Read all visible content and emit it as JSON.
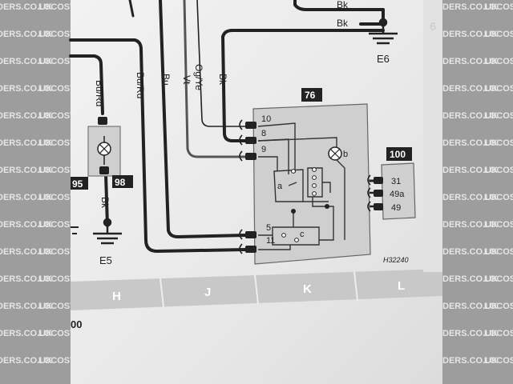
{
  "watermark": {
    "line1": "DERS.CO.UK",
    "line2": "LOCOST"
  },
  "wires": [
    {
      "id": "bk-top-1",
      "label": "Bk"
    },
    {
      "id": "bk-top-2",
      "label": "Bk"
    },
    {
      "id": "bu-rd-left",
      "label": "Bu/Rd"
    },
    {
      "id": "bu-rd-right",
      "label": "Bu/Rd"
    },
    {
      "id": "bu",
      "label": "Bu"
    },
    {
      "id": "vt",
      "label": "Vt"
    },
    {
      "id": "og-ye",
      "label": "Og/Ye"
    },
    {
      "id": "bk-relay",
      "label": "Bk"
    },
    {
      "id": "bk-lamp",
      "label": "Bk"
    }
  ],
  "grounds": [
    {
      "id": "e6",
      "label": "E6"
    },
    {
      "id": "e5",
      "label": "E5"
    }
  ],
  "components": {
    "relay": {
      "number": "76",
      "pins": [
        "10",
        "8",
        "9",
        "5",
        "11"
      ],
      "sub_labels": {
        "a": "a",
        "b": "b",
        "c": "c"
      }
    },
    "connector": {
      "number": "100",
      "pins": [
        "31",
        "49a",
        "49"
      ]
    },
    "lamp": {
      "number": "98"
    },
    "left_component": {
      "number": "95"
    }
  },
  "grid_columns": [
    "H",
    "J",
    "K",
    "L"
  ],
  "right_edge_number": "6",
  "figure_ref": "H32240",
  "bottom_fragment": "00",
  "colors": {
    "paper": "#eeeeee",
    "grid_band": "#c9c9c9",
    "component_fill": "#cfcfcf",
    "ink": "#222222",
    "border_bg": "#9d9d9d",
    "label_box": "#222222"
  }
}
